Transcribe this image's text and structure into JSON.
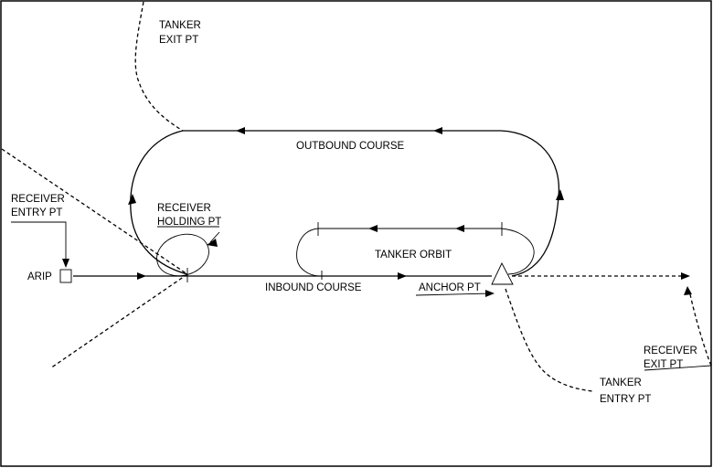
{
  "labels": {
    "tanker_exit_1": "TANKER",
    "tanker_exit_2": "EXIT PT",
    "receiver_entry_1": "RECEIVER",
    "receiver_entry_2": "ENTRY PT",
    "receiver_holding_1": "RECEIVER",
    "receiver_holding_2": "HOLDING PT",
    "arip": "ARIP",
    "outbound_course": "OUTBOUND COURSE",
    "inbound_course": "INBOUND COURSE",
    "tanker_orbit": "TANKER ORBIT",
    "anchor_pt": "ANCHOR PT",
    "receiver_exit_1": "RECEIVER",
    "receiver_exit_2": "EXIT PT",
    "tanker_entry_1": "TANKER",
    "tanker_entry_2": "ENTRY PT"
  }
}
